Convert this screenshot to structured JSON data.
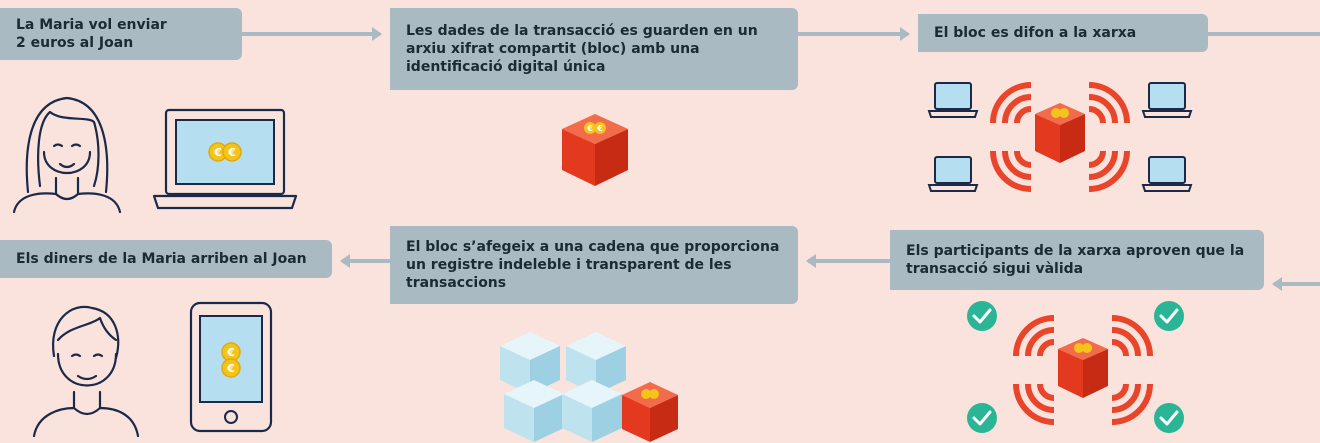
{
  "steps": {
    "step1": "La Maria vol enviar\n2 euros al Joan",
    "step2": "Les dades de la transacció es guarden en un arxiu xifrat compartit (bloc) amb una identificació digital única",
    "step3": "El bloc es difon a la xarxa",
    "step4": "Els participants de la xarxa aproven que la transacció sigui vàlida",
    "step5": "El bloc s’afegeix a una cadena que proporciona un registre indeleble i transparent de les transaccions",
    "step6": "Els diners de la Maria arriben al Joan"
  },
  "colors": {
    "background": "#f9e3dc",
    "label_box": "#a9bac2",
    "block_red": "#e8452a",
    "chain_blue": "#bfe3ee",
    "check_green": "#2bb597",
    "coin_yellow": "#f3c51a",
    "screen_blue": "#b5def0",
    "outline_navy": "#1c2a4a"
  },
  "icons": [
    "woman-avatar-icon",
    "laptop-icon",
    "euro-coin-icon",
    "block-cube-icon",
    "signal-wave-icon",
    "check-icon",
    "man-avatar-icon",
    "smartphone-icon",
    "blockchain-icon"
  ]
}
